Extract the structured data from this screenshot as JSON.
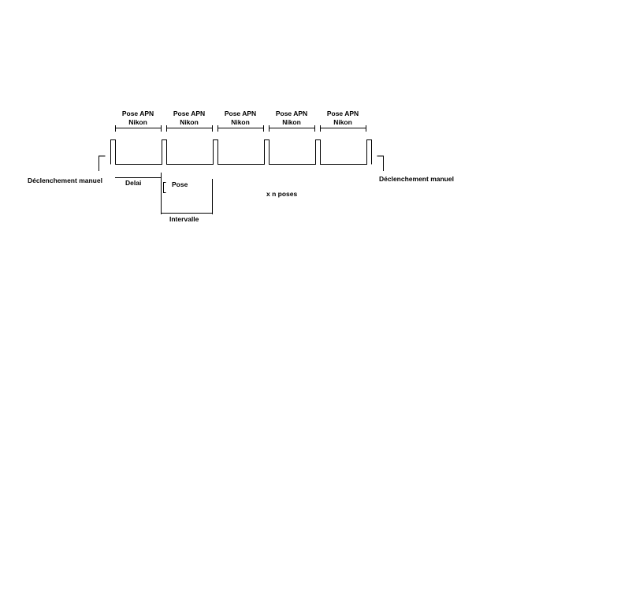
{
  "colors": {
    "line": "#000000",
    "background": "#ffffff"
  },
  "pose_labels": [
    {
      "line1": "Pose APN",
      "line2": "Nikon"
    },
    {
      "line1": "Pose APN",
      "line2": "Nikon"
    },
    {
      "line1": "Pose APN",
      "line2": "Nikon"
    },
    {
      "line1": "Pose APN",
      "line2": "Nikon"
    },
    {
      "line1": "Pose APN",
      "line2": "Nikon"
    }
  ],
  "labels": {
    "trigger_start": "Déclenchement manuel",
    "trigger_end": "Déclenchement manuel",
    "delay": "Delai",
    "pose": "Pose",
    "interval": "Intervalle",
    "repeat": "x n poses"
  }
}
